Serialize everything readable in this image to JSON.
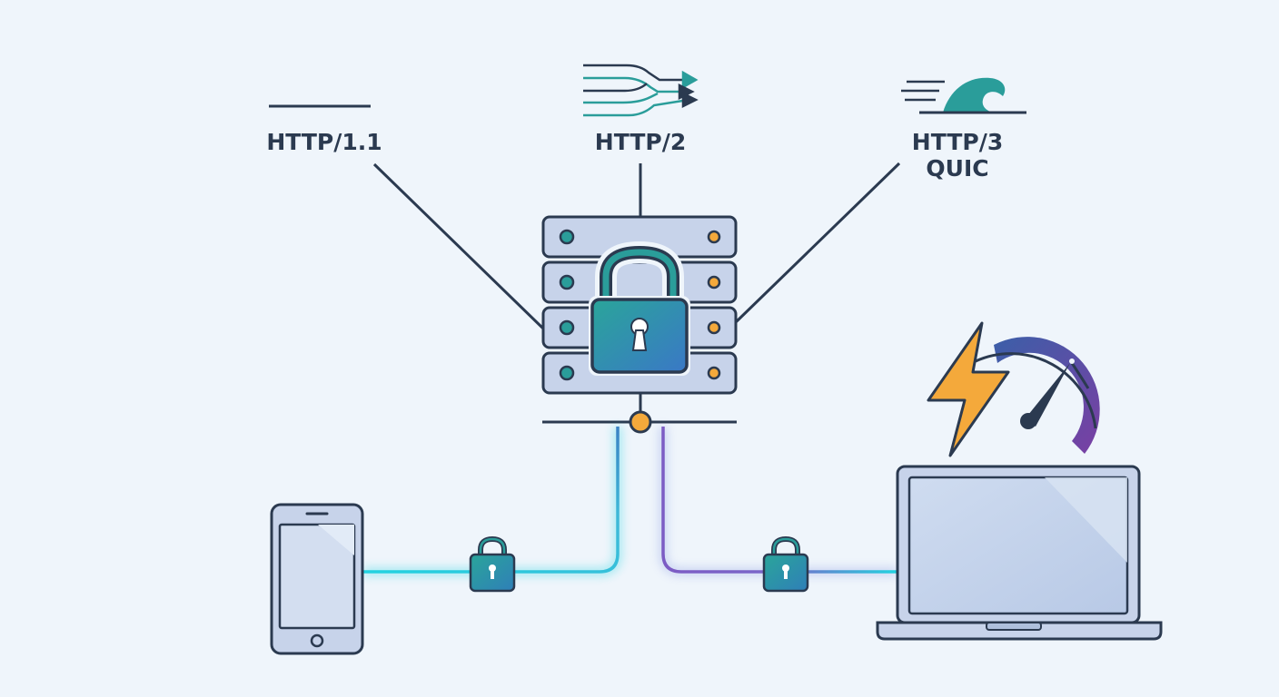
{
  "protocols": {
    "http1": {
      "label": "HTTP/1.1",
      "icon": "straight-line-icon"
    },
    "http2": {
      "label": "HTTP/2",
      "icon": "multiplexed-arrows-icon"
    },
    "http3": {
      "label": "HTTP/3",
      "sublabel": "QUIC",
      "icon": "wave-icon"
    }
  },
  "nodes": {
    "server": {
      "icon": "server-rack-icon",
      "overlay": "padlock-icon"
    },
    "mobile": {
      "icon": "smartphone-icon"
    },
    "laptop": {
      "icon": "laptop-icon"
    },
    "speed": {
      "icons": [
        "lightning-bolt-icon",
        "speedometer-icon"
      ]
    }
  },
  "links": {
    "mobile_link": {
      "icon": "padlock-icon",
      "color": "#22d3e0"
    },
    "laptop_link": {
      "icon": "padlock-icon",
      "color": "#7c5cc4"
    }
  },
  "colors": {
    "outline": "#2b3a50",
    "server_fill": "#c7d3ea",
    "lock_teal": "#2a9d9a",
    "lock_blue": "#3a7cc4",
    "accent_orange": "#f4a93b",
    "cyan": "#22d3e0",
    "purple": "#7c5cc4"
  }
}
